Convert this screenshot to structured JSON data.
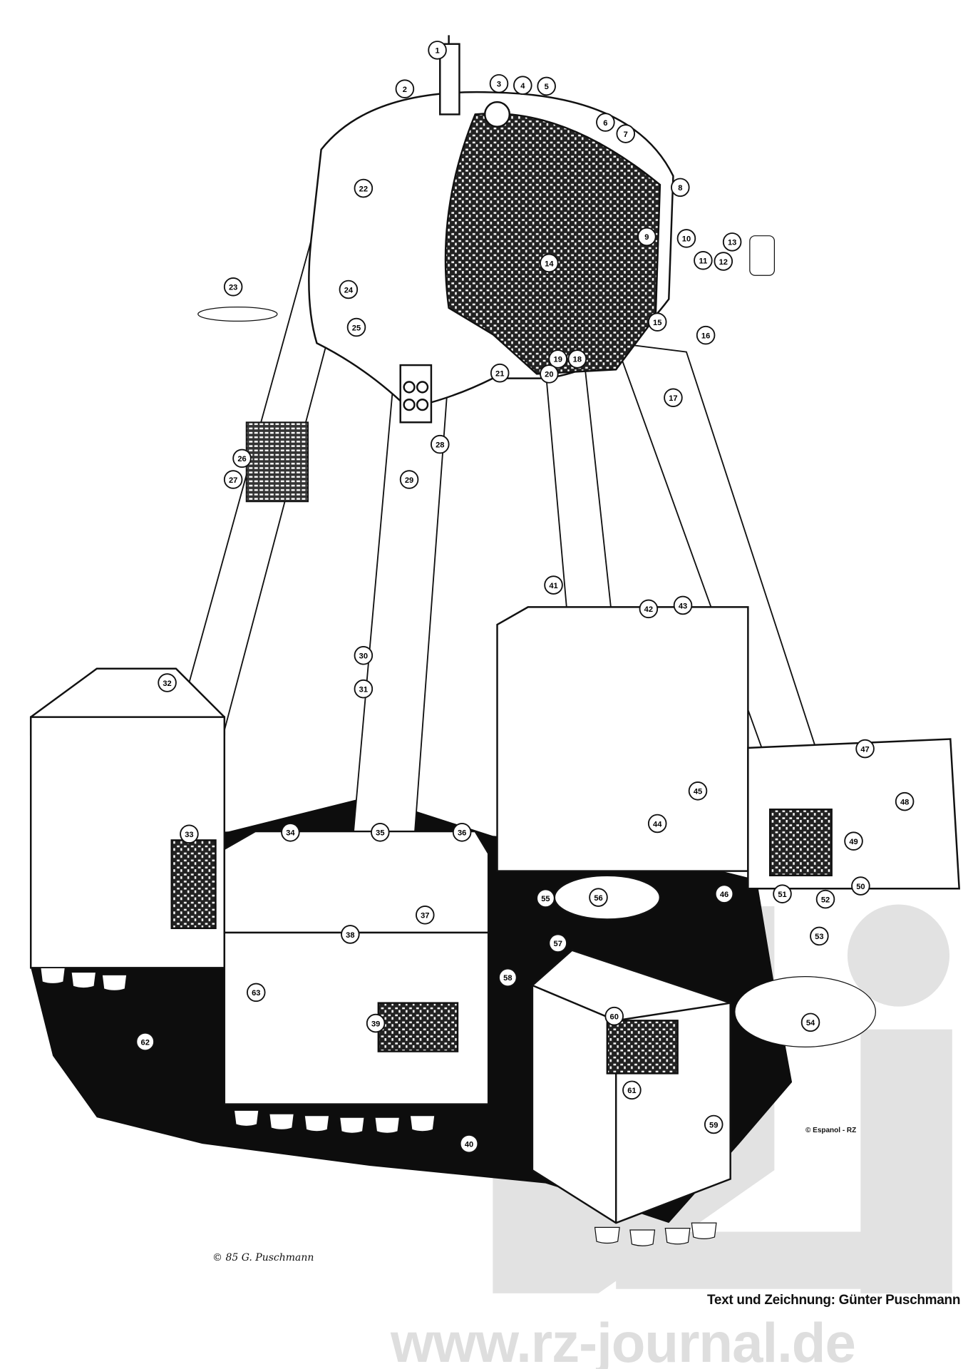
{
  "caption": "Text und Zeichnung: Günter Puschmann",
  "watermark": "www.rz-journal.de",
  "signature": "© 85 G. Puschmann",
  "logo_mark": "© Espanol - RZ",
  "colors": {
    "ink": "#111111",
    "paper": "#ffffff",
    "watermark": "#e2e2e2"
  },
  "callouts": [
    "1",
    "2",
    "3",
    "4",
    "5",
    "6",
    "7",
    "8",
    "9",
    "10",
    "11",
    "12",
    "13",
    "14",
    "15",
    "16",
    "17",
    "18",
    "19",
    "20",
    "21",
    "22",
    "23",
    "24",
    "25",
    "26",
    "27",
    "28",
    "29",
    "30",
    "31",
    "32",
    "33",
    "34",
    "35",
    "36",
    "37",
    "38",
    "39",
    "40",
    "41",
    "42",
    "43",
    "44",
    "45",
    "46",
    "47",
    "48",
    "49",
    "50",
    "51",
    "52",
    "53",
    "54",
    "55",
    "56",
    "57",
    "58",
    "59",
    "60",
    "61",
    "62",
    "63"
  ]
}
